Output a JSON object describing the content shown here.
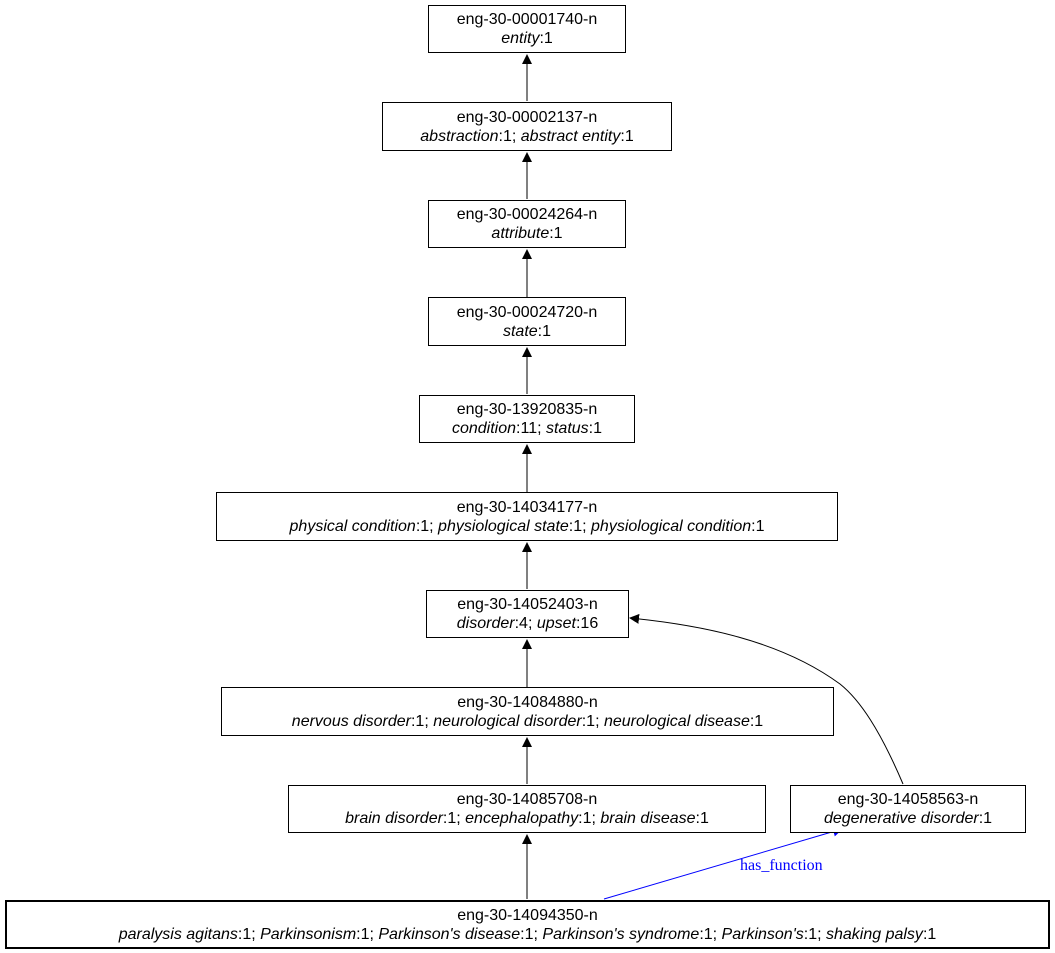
{
  "colors": {
    "hypernym_edge": "#000000",
    "relation_edge": "#0000ff"
  },
  "nodes": [
    {
      "id": "eng-30-00001740-n",
      "lemmas": [
        [
          "entity",
          "1"
        ]
      ]
    },
    {
      "id": "eng-30-00002137-n",
      "lemmas": [
        [
          "abstraction",
          "1"
        ],
        [
          "abstract entity",
          "1"
        ]
      ]
    },
    {
      "id": "eng-30-00024264-n",
      "lemmas": [
        [
          "attribute",
          "1"
        ]
      ]
    },
    {
      "id": "eng-30-00024720-n",
      "lemmas": [
        [
          "state",
          "1"
        ]
      ]
    },
    {
      "id": "eng-30-13920835-n",
      "lemmas": [
        [
          "condition",
          "11"
        ],
        [
          "status",
          "1"
        ]
      ]
    },
    {
      "id": "eng-30-14034177-n",
      "lemmas": [
        [
          "physical condition",
          "1"
        ],
        [
          "physiological state",
          "1"
        ],
        [
          "physiological condition",
          "1"
        ]
      ]
    },
    {
      "id": "eng-30-14052403-n",
      "lemmas": [
        [
          "disorder",
          "4"
        ],
        [
          "upset",
          "16"
        ]
      ]
    },
    {
      "id": "eng-30-14084880-n",
      "lemmas": [
        [
          "nervous disorder",
          "1"
        ],
        [
          "neurological disorder",
          "1"
        ],
        [
          "neurological disease",
          "1"
        ]
      ]
    },
    {
      "id": "eng-30-14085708-n",
      "lemmas": [
        [
          "brain disorder",
          "1"
        ],
        [
          "encephalopathy",
          "1"
        ],
        [
          "brain disease",
          "1"
        ]
      ]
    },
    {
      "id": "eng-30-14058563-n",
      "lemmas": [
        [
          "degenerative disorder",
          "1"
        ]
      ]
    },
    {
      "id": "eng-30-14094350-n",
      "lemmas": [
        [
          "paralysis agitans",
          "1"
        ],
        [
          "Parkinsonism",
          "1"
        ],
        [
          "Parkinson's disease",
          "1"
        ],
        [
          "Parkinson's syndrome",
          "1"
        ],
        [
          "Parkinson's",
          "1"
        ],
        [
          "shaking palsy",
          "1"
        ]
      ]
    }
  ],
  "edges": [
    {
      "from": "eng-30-00002137-n",
      "to": "eng-30-00001740-n"
    },
    {
      "from": "eng-30-00024264-n",
      "to": "eng-30-00002137-n"
    },
    {
      "from": "eng-30-00024720-n",
      "to": "eng-30-00024264-n"
    },
    {
      "from": "eng-30-13920835-n",
      "to": "eng-30-00024720-n"
    },
    {
      "from": "eng-30-14034177-n",
      "to": "eng-30-13920835-n"
    },
    {
      "from": "eng-30-14052403-n",
      "to": "eng-30-14034177-n"
    },
    {
      "from": "eng-30-14084880-n",
      "to": "eng-30-14052403-n"
    },
    {
      "from": "eng-30-14085708-n",
      "to": "eng-30-14084880-n"
    },
    {
      "from": "eng-30-14058563-n",
      "to": "eng-30-14052403-n"
    },
    {
      "from": "eng-30-14094350-n",
      "to": "eng-30-14085708-n"
    },
    {
      "from": "eng-30-14094350-n",
      "to": "eng-30-14058563-n",
      "label": "has_function"
    }
  ]
}
